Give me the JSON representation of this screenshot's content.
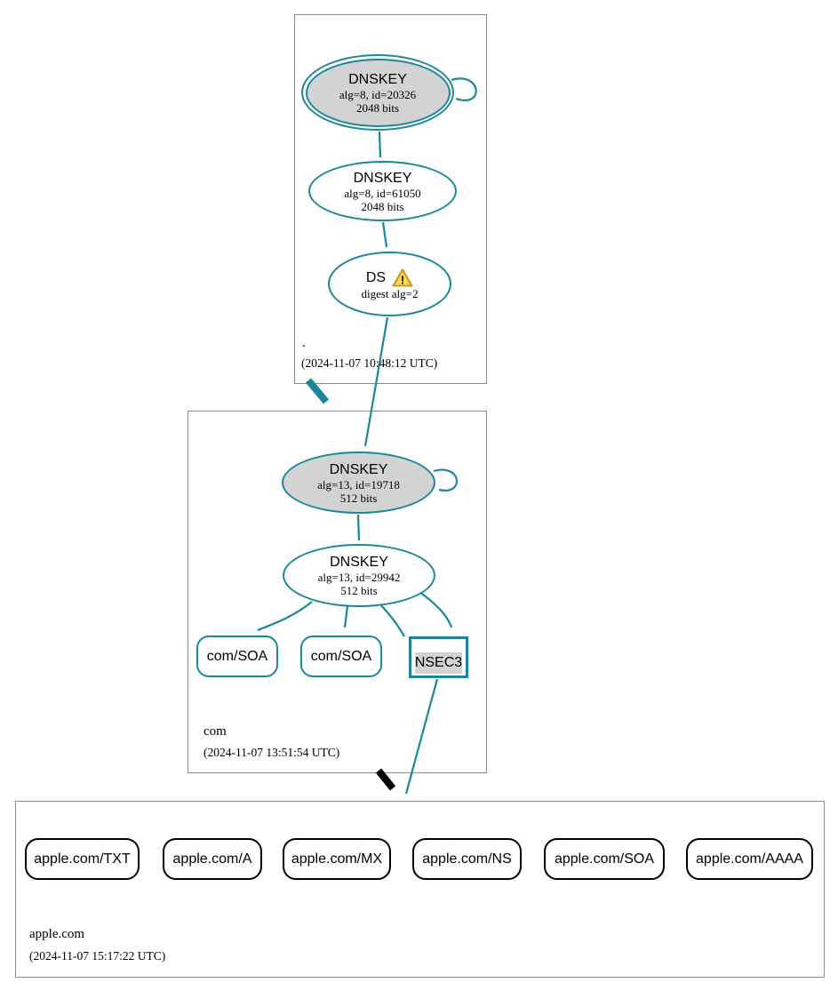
{
  "colors": {
    "secure_edge": "#1a879a",
    "insecure_edge": "#000000",
    "sep_key_fill": "#d3d3d3",
    "node_fill": "#ffffff",
    "warning_fill": "#ffd84d",
    "warning_border": "#c9971c",
    "zone_border": "#8c8c8c"
  },
  "zones": {
    "root": {
      "label": ".",
      "timestamp": "(2024-11-07 10:48:12 UTC)",
      "ksk": {
        "title": "DNSKEY",
        "detail1": "alg=8, id=20326",
        "detail2": "2048 bits"
      },
      "zsk": {
        "title": "DNSKEY",
        "detail1": "alg=8, id=61050",
        "detail2": "2048 bits"
      },
      "ds": {
        "title": "DS",
        "detail1": "digest alg=2",
        "warning_mark": "!"
      }
    },
    "com": {
      "label": "com",
      "timestamp": "(2024-11-07 13:51:54 UTC)",
      "ksk": {
        "title": "DNSKEY",
        "detail1": "alg=13, id=19718",
        "detail2": "512 bits"
      },
      "zsk": {
        "title": "DNSKEY",
        "detail1": "alg=13, id=29942",
        "detail2": "512 bits"
      },
      "soa1": {
        "label": "com/SOA"
      },
      "soa2": {
        "label": "com/SOA"
      },
      "nsec3": {
        "label": "NSEC3"
      }
    },
    "apple": {
      "label": "apple.com",
      "timestamp": "(2024-11-07 15:17:22 UTC)",
      "records": [
        {
          "label": "apple.com/TXT"
        },
        {
          "label": "apple.com/A"
        },
        {
          "label": "apple.com/MX"
        },
        {
          "label": "apple.com/NS"
        },
        {
          "label": "apple.com/SOA"
        },
        {
          "label": "apple.com/AAAA"
        }
      ]
    }
  }
}
